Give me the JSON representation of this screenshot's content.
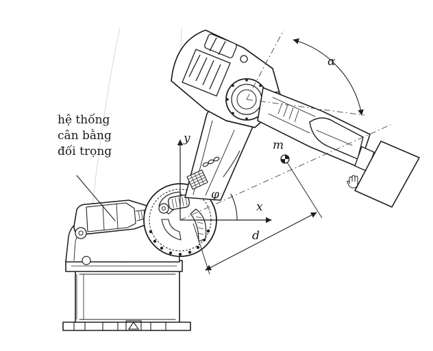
{
  "labels": {
    "balance_line1": "hệ thống",
    "balance_line2": "cân bằng",
    "balance_line3": "đối trọng",
    "axis_y": "y",
    "axis_x": "x",
    "angle_phi": "φ",
    "angle_alpha": "α",
    "mass": "m",
    "distance": "d"
  }
}
